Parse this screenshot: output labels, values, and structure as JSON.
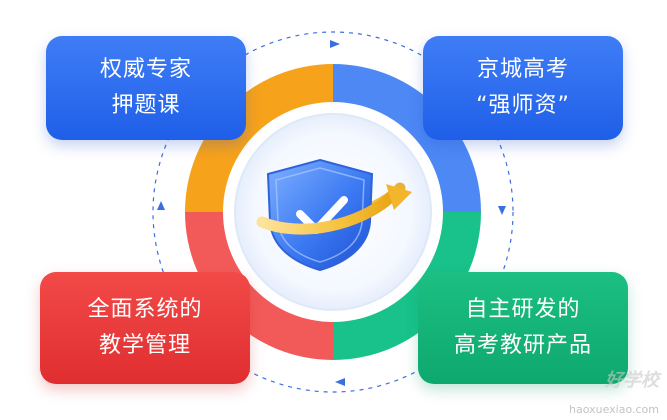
{
  "colors": {
    "segment_orange": "#f7a21b",
    "segment_blue": "#4d88f5",
    "segment_red": "#f25a5a",
    "segment_green": "#19c28a",
    "card_blue": "#2a6cf0",
    "card_red": "#ea3a3a",
    "card_green": "#12b27a",
    "shield": "#3b79f2",
    "ribbon": "#f6c23e"
  },
  "cards": {
    "top_left": {
      "line1": "权威专家",
      "line2": "押题课"
    },
    "top_right": {
      "line1": "京城高考",
      "line2": "“强师资”"
    },
    "bottom_left": {
      "line1": "全面系统的",
      "line2": "教学管理"
    },
    "bottom_right": {
      "line1": "自主研发的",
      "line2": "高考教研产品"
    }
  },
  "center_icon": "shield-check-icon",
  "watermark": {
    "site": "好学校",
    "url": "haoxuexiao.com"
  }
}
